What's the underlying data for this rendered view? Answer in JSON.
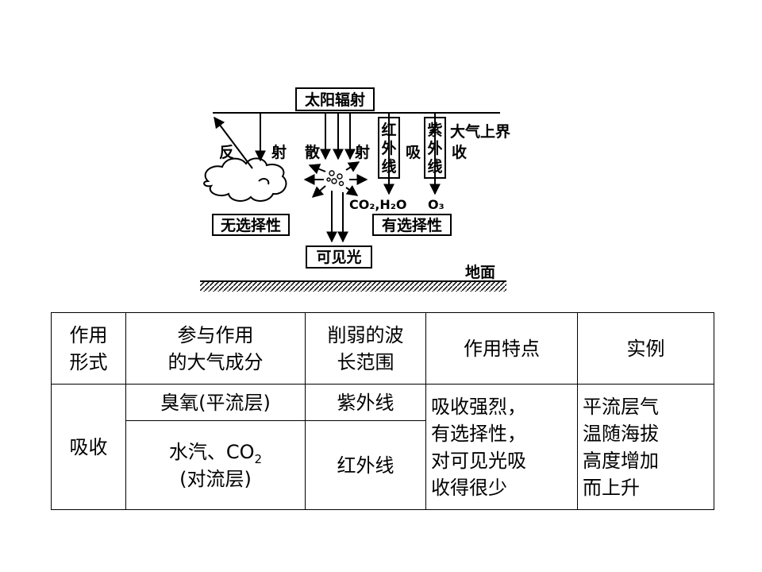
{
  "diagram": {
    "solar_radiation": "太阳辐射",
    "upper_atmosphere": "大气上界",
    "reflection_1": "反",
    "reflection_2": "射",
    "scattering_1": "散",
    "scattering_2": "射",
    "infrared": [
      "红",
      "外",
      "线"
    ],
    "absorb_1": "吸",
    "absorb_2": "收",
    "ultraviolet": [
      "紫",
      "外",
      "线"
    ],
    "co2_h2o": "CO₂,H₂O",
    "o3": "O₃",
    "non_selective": "无选择性",
    "selective": "有选择性",
    "visible_light": "可见光",
    "ground": "地面"
  },
  "table": {
    "headers": [
      [
        "作用",
        "形式"
      ],
      [
        "参与作用",
        "的大气成分"
      ],
      [
        "削弱的波",
        "长范围"
      ],
      [
        "作用特点"
      ],
      [
        "实例"
      ]
    ],
    "form": "吸收",
    "row1": {
      "component": "臭氧(平流层)",
      "wavelength": "紫外线"
    },
    "row2": {
      "component_1": "水汽、CO",
      "subscript": "2",
      "component_2": "(对流层)",
      "wavelength": "红外线"
    },
    "feature": [
      "吸收强烈，",
      "有选择性，",
      "对可见光吸",
      "收得很少"
    ],
    "example": [
      "平流层气",
      "温随海拔",
      "高度增加",
      "而上升"
    ]
  }
}
